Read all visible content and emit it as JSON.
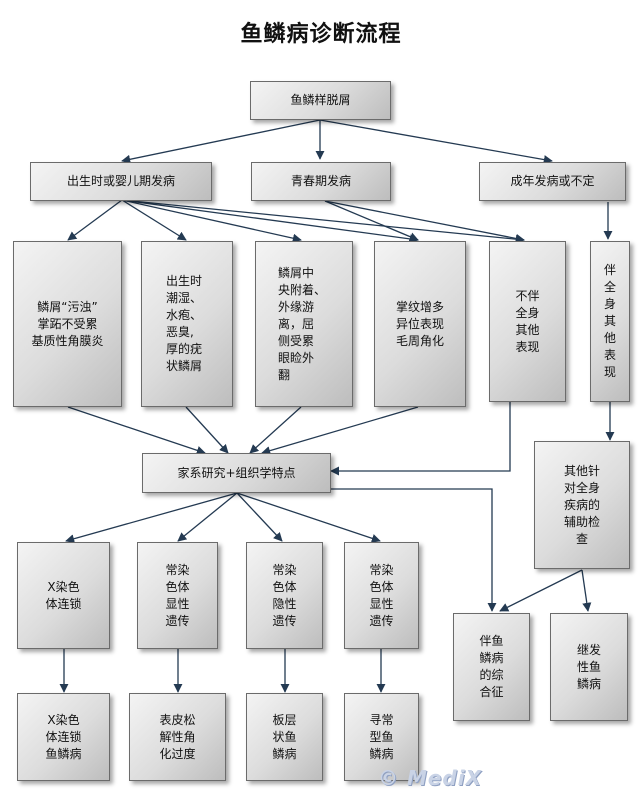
{
  "title": "鱼鳞病诊断流程",
  "nodes": {
    "root": "鱼鳞样脱屑",
    "birth_infancy": "出生时或婴儿期发病",
    "adolescence": "青春期发病",
    "adult_onset": "成年发病或不定",
    "dirty_scales": "鳞屑“污浊”\n掌跖不受累\n基质性角膜炎",
    "birth_moist": "出生时\n潮湿、\n水疱、\n恶臭,\n厚的疣\n状鳞屑",
    "scale_center": "鳞屑中\n央附着、\n外缘游\n离，屈\n侧受累\n眼睑外\n翻",
    "palm_keratosis": "掌纹增多\n异位表现\n毛周角化",
    "no_systemic": "不伴\n全身\n其他\n表现",
    "with_systemic": "伴\n全\n身\n其\n他\n表\n现",
    "family_histology": "家系研究+组织学特点",
    "aux_exam": "其他针\n对全身\n疾病的\n辅助检\n查",
    "x_linked": "X染色\n体连锁",
    "ad_1": "常染\n色体\n显性\n遗传",
    "ar": "常染\n色体\n隐性\n遗传",
    "ad_2": "常染\n色体\n显性\n遗传",
    "syndrome": "伴鱼\n鳞病\n的综\n合征",
    "secondary": "继发\n性鱼\n鳞病",
    "x_linked_ich": "X染色\n体连锁\n鱼鳞病",
    "epidermolytic": "表皮松\n解性角\n化过度",
    "lamellar": "板层\n状鱼\n鳞病",
    "vulgaris": "寻常\n型鱼\n鳞病"
  },
  "watermark": "© MediX",
  "colors": {
    "line": "#243a52",
    "box_border": "#6b6b6b"
  }
}
